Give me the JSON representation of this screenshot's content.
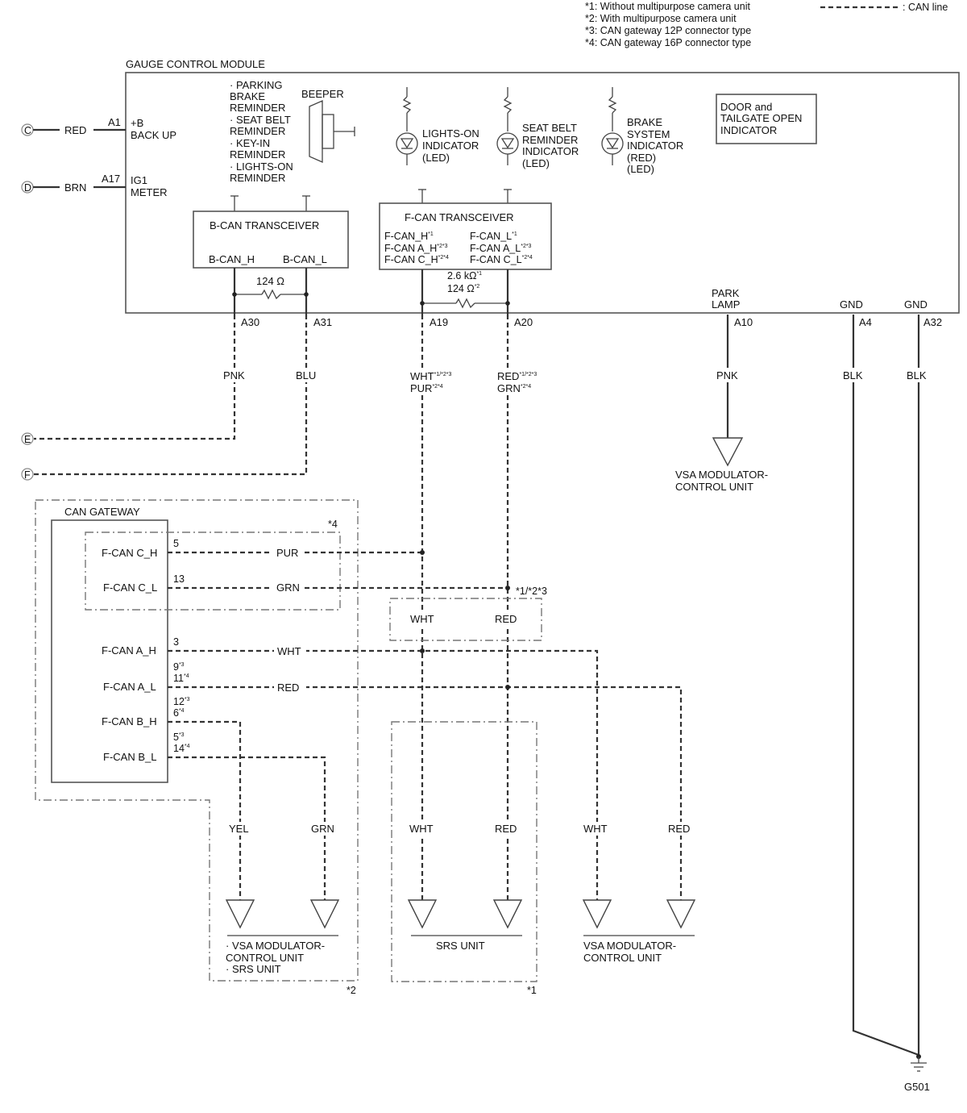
{
  "legend": {
    "notes": [
      "*1: Without multipurpose camera unit",
      "*2: With multipurpose camera unit",
      "*3: CAN gateway 12P connector type",
      "*4: CAN gateway 16P connector type"
    ],
    "can_line": ": CAN line"
  },
  "module": {
    "title": "GAUGE CONTROL MODULE",
    "pin_a1": "A1",
    "pin_a1_label": [
      "+B",
      "BACK UP"
    ],
    "pin_a17": "A17",
    "pin_a17_label": [
      "IG1",
      "METER"
    ],
    "reminders": [
      "· PARKING",
      "BRAKE",
      "REMINDER",
      "· SEAT BELT",
      "REMINDER",
      "· KEY-IN",
      "REMINDER",
      "· LIGHTS-ON",
      "REMINDER"
    ],
    "beeper": "BEEPER",
    "lights_on": [
      "LIGHTS-ON",
      "INDICATOR",
      "(LED)"
    ],
    "seat_belt": [
      "SEAT BELT",
      "REMINDER",
      "INDICATOR",
      "(LED)"
    ],
    "brake": [
      "BRAKE",
      "SYSTEM",
      "INDICATOR",
      "(RED)",
      "(LED)"
    ],
    "door": [
      "DOOR and",
      "TAILGATE OPEN",
      "INDICATOR"
    ],
    "bcan": {
      "title": "B-CAN TRANSCEIVER",
      "h": "B-CAN_H",
      "l": "B-CAN_L",
      "res": "124 Ω"
    },
    "fcan": {
      "title": "F-CAN TRANSCEIVER",
      "h1": "F-CAN_H",
      "h1s": "*1",
      "h2": "F-CAN A_H",
      "h2s": "*2*3",
      "h3": "F-CAN C_H",
      "h3s": "*2*4",
      "l1": "F-CAN_L",
      "l1s": "*1",
      "l2": "F-CAN A_L",
      "l2s": "*2*3",
      "l3": "F-CAN C_L",
      "l3s": "*2*4",
      "res1": "2.6 kΩ",
      "res1s": "*1",
      "res2": "124 Ω",
      "res2s": "*2"
    },
    "park_lamp": [
      "PARK",
      "LAMP"
    ],
    "gnd": "GND",
    "pins": {
      "a30": "A30",
      "a31": "A31",
      "a19": "A19",
      "a20": "A20",
      "a10": "A10",
      "a4": "A4",
      "a32": "A32"
    }
  },
  "connectors": {
    "c": "C",
    "d": "D",
    "e": "E",
    "f": "F"
  },
  "wires": {
    "red": "RED",
    "brn": "BRN",
    "pnk": "PNK",
    "blu": "BLU",
    "wht_a": "WHT",
    "wht_as": "*1/*2*3",
    "pur_a": "PUR",
    "pur_as": "*2*4",
    "red_a": "RED",
    "red_as": "*1/*2*3",
    "grn_a": "GRN",
    "grn_as": "*2*4",
    "pnk2": "PNK",
    "blk": "BLK",
    "blk2": "BLK"
  },
  "gateway": {
    "title": "CAN GATEWAY",
    "c_h": "F-CAN C_H",
    "c_h_pin": "5",
    "c_h_wire": "PUR",
    "c_l": "F-CAN C_L",
    "c_l_pin": "13",
    "c_l_wire": "GRN",
    "a_h": "F-CAN A_H",
    "a_h_pin": "3",
    "a_h_wire": "WHT",
    "a_l": "F-CAN A_L",
    "a_l_pin1": "9",
    "a_l_pin1s": "*3",
    "a_l_pin2": "11",
    "a_l_pin2s": "*4",
    "a_l_wire": "RED",
    "b_h": "F-CAN B_H",
    "b_h_pin1": "12",
    "b_h_pin1s": "*3",
    "b_h_pin2": "6",
    "b_h_pin2s": "*4",
    "b_l": "F-CAN B_L",
    "b_l_pin1": "5",
    "b_l_pin1s": "*3",
    "b_l_pin2": "14",
    "b_l_pin2s": "*4",
    "note4": "*4",
    "note123": "*1/*2*3",
    "box_wht": "WHT",
    "box_red": "RED"
  },
  "bottom": {
    "yel": "YEL",
    "grn": "GRN",
    "wht1": "WHT",
    "red1": "RED",
    "wht2": "WHT",
    "red2": "RED",
    "vsa_srs": [
      "· VSA MODULATOR-",
      "CONTROL UNIT",
      "· SRS UNIT"
    ],
    "srs": "SRS UNIT",
    "vsa": [
      "VSA MODULATOR-",
      "CONTROL UNIT"
    ],
    "vsa_top": [
      "VSA MODULATOR-",
      "CONTROL UNIT"
    ],
    "note2": "*2",
    "note1": "*1",
    "ground": "G501"
  }
}
